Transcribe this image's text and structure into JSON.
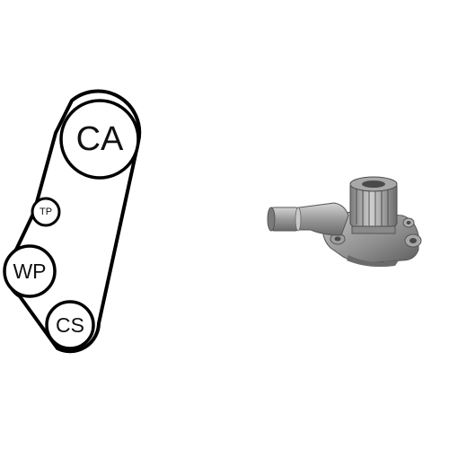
{
  "diagram": {
    "pulleys": [
      {
        "id": "ca",
        "label": "CA"
      },
      {
        "id": "tp",
        "label": "TP"
      },
      {
        "id": "wp",
        "label": "WP"
      },
      {
        "id": "cs",
        "label": "CS"
      }
    ],
    "colors": {
      "belt": "#000000",
      "pulley_outline": "#000000",
      "label": "#111111"
    }
  },
  "product_photo": {
    "subject": "water pump",
    "icon": "water-pump-icon",
    "colors": {
      "metal_light": "#b8b8b8",
      "metal_mid": "#8e8e8e",
      "metal_dark": "#5a5a5a"
    }
  }
}
